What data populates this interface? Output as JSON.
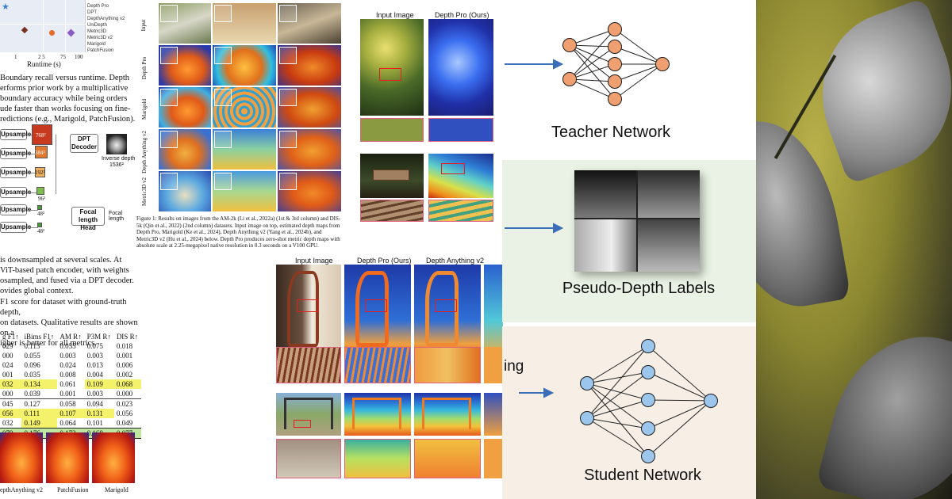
{
  "left_paper": {
    "runtime_label": "Runtime (s)",
    "runtime_ticks": [
      "1",
      "2 5",
      "75",
      "100"
    ],
    "legend": [
      "Depth Pro",
      "DPT",
      "DepthAnything v2",
      "UniDepth",
      "Metric3D",
      "Metric3D v2",
      "Marigold",
      "PatchFusion"
    ],
    "caption_lines": [
      "Boundary recall versus runtime. Depth",
      "erforms prior work by a multiplicative",
      "boundary accuracy while being orders",
      "ude faster than works focusing on fine-",
      "redictions (e.g., Marigold, PatchFusion)."
    ],
    "upsample_label": "Upsample",
    "feature_sizes": [
      "768²",
      "384²",
      "192²",
      "96²",
      "48²",
      "48²"
    ],
    "dpt_decoder": "DPT Decoder",
    "inverse_depth": "Inverse depth",
    "inverse_depth_size": "1536²",
    "focal_head": "Focal length Head",
    "focal_length": "Focal length",
    "arch_caption_lines": [
      "is downsampled at several scales.  At",
      "ViT-based patch encoder, with weights",
      "osampled, and fused via a DPT decoder.",
      "ovides global context."
    ],
    "table_caption_lines": [
      "F1 score for dataset with ground-truth depth,",
      "on datasets. Qualitative results are shown on a",
      "igher is better for all metrics."
    ],
    "table_headers": [
      "g F1↑",
      "iBims F1↑",
      "AM R↑",
      "P3M R↑",
      "DIS R↑"
    ],
    "table_rows": [
      [
        "029",
        "0.113",
        "0.055",
        "0.075",
        "0.018"
      ],
      [
        "000",
        "0.055",
        "0.003",
        "0.003",
        "0.001"
      ],
      [
        "024",
        "0.096",
        "0.024",
        "0.013",
        "0.006"
      ],
      [
        "001",
        "0.035",
        "0.008",
        "0.004",
        "0.002"
      ],
      [
        "032",
        "0.134",
        "0.061",
        "0.109",
        "0.068"
      ],
      [
        "000",
        "0.039",
        "0.001",
        "0.003",
        "0.000"
      ],
      [
        "045",
        "0.127",
        "0.058",
        "0.094",
        "0.023"
      ],
      [
        "056",
        "0.111",
        "0.107",
        "0.131",
        "0.056"
      ],
      [
        "032",
        "0.149",
        "0.064",
        "0.101",
        "0.049"
      ],
      [
        "079",
        "0.176",
        "0.173",
        "0.168",
        "0.077"
      ]
    ],
    "bottom_labels": [
      "epthAnything v2",
      "PatchFusion",
      "Marigold"
    ]
  },
  "figure1": {
    "row_labels": [
      "Input",
      "Depth Pro",
      "Marigold",
      "Depth Anything v2",
      "Metric3D v2"
    ],
    "caption": "Figure 1: Results on images from the AM-2k (Li et al., 2022a) (1st & 3rd column) and DIS-5k (Qin et al., 2022) (2nd column) datasets.  Input image on top, estimated depth maps from Depth Pro, Marigold (Ke et al., 2024), Depth Anything v2 (Yang et al., 2024b), and Metric3D v2 (Hu et al., 2024) below. Depth Pro produces zero-shot metric depth maps with absolute scale at 2.25-megapixel native resolution in 0.3 seconds on a V100 GPU."
  },
  "figure_right_top": {
    "col_labels": [
      "Input Image",
      "Depth Pro (Ours)"
    ]
  },
  "figure_bottom": {
    "col_labels": [
      "Input Image",
      "Depth Pro (Ours)",
      "Depth Anything v2"
    ]
  },
  "diagram": {
    "teacher_label": "Teacher Network",
    "pseudo_label": "Pseudo-Depth Labels",
    "student_label": "Student Network",
    "partial_text": "ing",
    "colors": {
      "teacher_node": "#f0a070",
      "student_node": "#9cc6ec",
      "arrow": "#3a6fb8",
      "band_mid": "#e9f2e4",
      "band_bottom": "#f7efe6"
    }
  }
}
